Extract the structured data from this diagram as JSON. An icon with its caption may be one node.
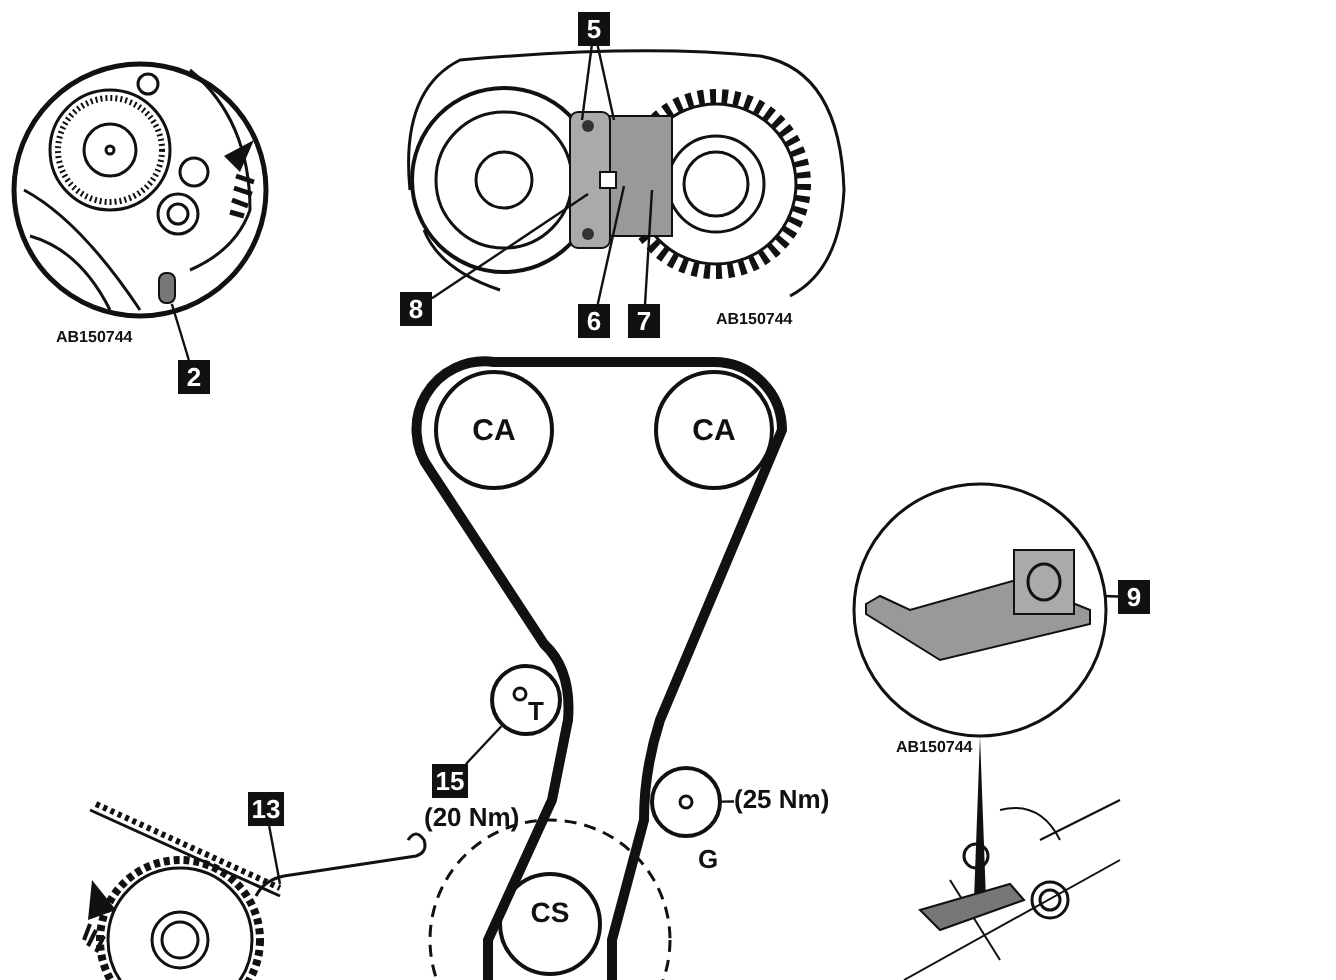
{
  "diagram": {
    "nodes": [
      {
        "text": [
          "2"
        ]
      },
      {
        "text": [
          "5"
        ]
      },
      {
        "text": [
          "8"
        ]
      },
      {
        "text": [
          "6"
        ]
      },
      {
        "text": [
          "7"
        ]
      },
      {
        "text": [
          "9"
        ]
      },
      {
        "text": [
          "CA"
        ]
      },
      {
        "text": [
          "CA"
        ]
      },
      {
        "text": [
          "T"
        ]
      },
      {
        "text": [
          "15"
        ],
        "beside": [
          "(20 Nm)"
        ]
      },
      {
        "text": [
          "G"
        ]
      },
      {
        "text": [
          "(25 Nm)"
        ]
      },
      {
        "text": [
          "13"
        ]
      },
      {
        "text": [
          "CS"
        ]
      },
      {
        "text": [],
        "shape": "cylinder"
      }
    ],
    "edges": [
      {
        "from": 0,
        "to": 14,
        "arrow": "none"
      },
      {
        "from": 1,
        "to": null,
        "arrow": "none"
      },
      {
        "from": 1,
        "to": null,
        "arrow": "none"
      },
      {
        "from": 2,
        "to": null,
        "arrow": "none"
      },
      {
        "from": 3,
        "to": null,
        "arrow": "none"
      },
      {
        "from": 4,
        "to": null,
        "arrow": "none"
      },
      {
        "from": 5,
        "to": null,
        "arrow": "none"
      },
      {
        "from": 9,
        "to": 8,
        "arrow": "none"
      },
      {
        "from": 11,
        "to": 10,
        "arrow": "none"
      },
      {
        "from": 12,
        "to": null,
        "arrow": "none"
      }
    ],
    "labels": [
      "AB150744",
      "AB150744",
      "AB150744"
    ]
  }
}
